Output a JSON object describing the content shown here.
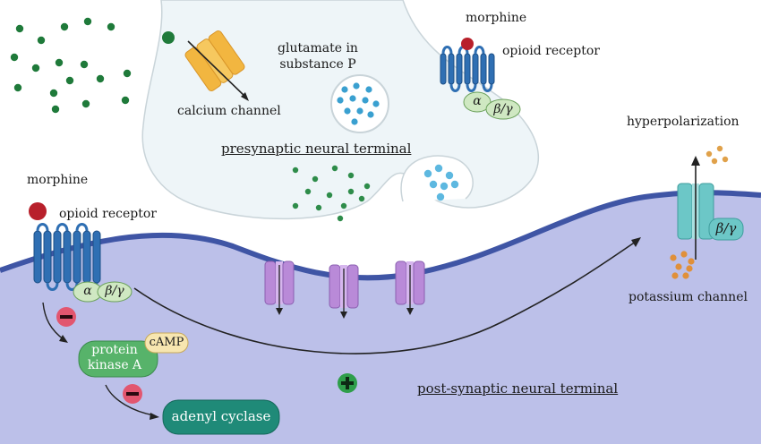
{
  "labels": {
    "morphine_top": "morphine",
    "opioid_receptor_top": "opioid receptor",
    "glutamate_line1": "glutamate in",
    "glutamate_line2": "substance P",
    "calcium_channel": "calcium channel",
    "presynaptic": "presynaptic neural terminal",
    "hyperpolarization": "hyperpolarization",
    "morphine_left": "morphine",
    "opioid_receptor_left": "opioid receptor",
    "potassium_channel": "potassium channel",
    "protein_kinase_line1": "protein",
    "protein_kinase_line2": "kinase A",
    "camp": "cAMP",
    "adenyl_cyclase": "adenyl cyclase",
    "postsynaptic": "post-synaptic neural terminal",
    "alpha": "α",
    "beta_gamma": "β/γ"
  },
  "colors": {
    "postsynaptic_fill": "#bcc0e9",
    "membrane": "#3f55a5",
    "presynaptic_fill": "#eef5f8",
    "receptor": "#2f6fb3",
    "morphine": "#b8202b",
    "g_protein": "#cfe8c2",
    "kinase": "#57b36a",
    "camp": "#f7e6b0",
    "adenyl_cyclase": "#1f8a78",
    "k_channel": "#6cc7c7",
    "ca_channel": "#f2b640",
    "postsyn_channel": "#b98ad8",
    "inhibit": "#e2566f",
    "stimulate": "#2e9e4a",
    "neurotransmitter": "#1f7a3a",
    "vesicle_dots": "#3aa0d0"
  },
  "icons": {
    "inhibit_symbol": "minus-circle-icon",
    "stimulate_symbol": "plus-circle-icon"
  }
}
